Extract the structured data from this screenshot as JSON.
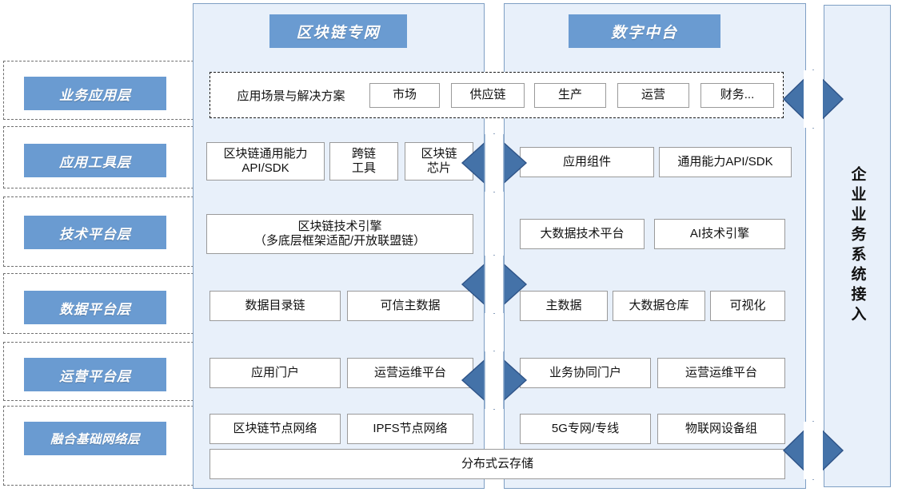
{
  "diagram": {
    "title_left_panel": "区块链专网",
    "title_right_panel": "数字中台",
    "right_column_label": "企业业务系统接入",
    "colors": {
      "chip_blue": "#6a9bd1",
      "panel_bg": "#e8f0fa",
      "panel_border": "#7f9fc4",
      "arrow_blue": "#4472a8",
      "box_border": "#9a9a9a",
      "band_dash": "#6f6f6f"
    }
  },
  "layers": [
    {
      "label": "业务应用层"
    },
    {
      "label": "应用工具层"
    },
    {
      "label": "技术平台层"
    },
    {
      "label": "数据平台层"
    },
    {
      "label": "运营平台层"
    },
    {
      "label": "融合基础网络层"
    }
  ],
  "business_layer": {
    "strip_label": "应用场景与解决方案",
    "items": [
      "市场",
      "供应链",
      "生产",
      "运营",
      "财务..."
    ]
  },
  "tool_layer": {
    "left": [
      "区块链通用能力\nAPI/SDK",
      "跨链\n工具",
      "区块链\n芯片"
    ],
    "right": [
      "应用组件",
      "通用能力API/SDK"
    ]
  },
  "tech_layer": {
    "left": [
      "区块链技术引擎\n（多底层框架适配/开放联盟链）"
    ],
    "right": [
      "大数据技术平台",
      "AI技术引擎"
    ]
  },
  "data_layer": {
    "left": [
      "数据目录链",
      "可信主数据"
    ],
    "right": [
      "主数据",
      "大数据仓库",
      "可视化"
    ]
  },
  "ops_layer": {
    "left": [
      "应用门户",
      "运营运维平台"
    ],
    "right": [
      "业务协同门户",
      "运营运维平台"
    ]
  },
  "network_layer": {
    "left": [
      "区块链节点网络",
      "IPFS节点网络"
    ],
    "right": [
      "5G专网/专线",
      "物联网设备组"
    ],
    "full_width": "分布式云存储"
  },
  "arrows": {
    "center": [
      "center-arrow-tools",
      "center-arrow-data",
      "center-arrow-ops"
    ],
    "right": [
      "right-arrow-business",
      "right-arrow-network"
    ]
  }
}
